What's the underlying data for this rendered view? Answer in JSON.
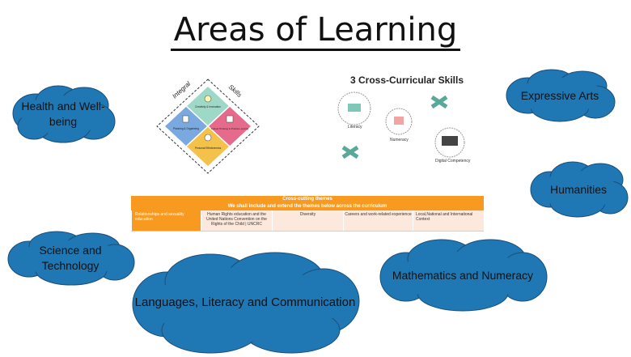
{
  "title": "Areas of Learning",
  "clouds": {
    "health": "Health and Well-being",
    "expressive": "Expressive Arts",
    "humanities": "Humanities",
    "science": "Science and Technology",
    "languages": "Languages, Literacy and Communication",
    "maths": "Mathematics and Numeracy"
  },
  "integral_skills": {
    "left_label": "Integral",
    "right_label": "Skills",
    "top": "Creativity & Innovation",
    "left": "Planning & Organising",
    "right": "Critical Thinking & Problem-solving",
    "bottom": "Personal Effectiveness"
  },
  "cross_curricular": {
    "title": "3 Cross-Curricular Skills",
    "literacy": "Literacy",
    "numeracy": "Numeracy",
    "digital": "Digital Competency"
  },
  "cross_cutting": {
    "heading1": "Cross-cutting themes",
    "heading2": "We shall include and extend the themes below across the curriculum",
    "cells": [
      "Relationships and sexuality education",
      "Human Rights education and the United Nations Convention on the Rights of the Child | UNCRC",
      "Diversity",
      "Careers and work-related experience",
      "Local,National and International Context"
    ]
  },
  "colors": {
    "cloud_fill": "#1f77b4",
    "table_orange": "#f79a1f",
    "diamond_top": "#9ed8c6",
    "diamond_left": "#7aa9e0",
    "diamond_right": "#e66a8b",
    "diamond_bottom": "#f4c24a"
  }
}
